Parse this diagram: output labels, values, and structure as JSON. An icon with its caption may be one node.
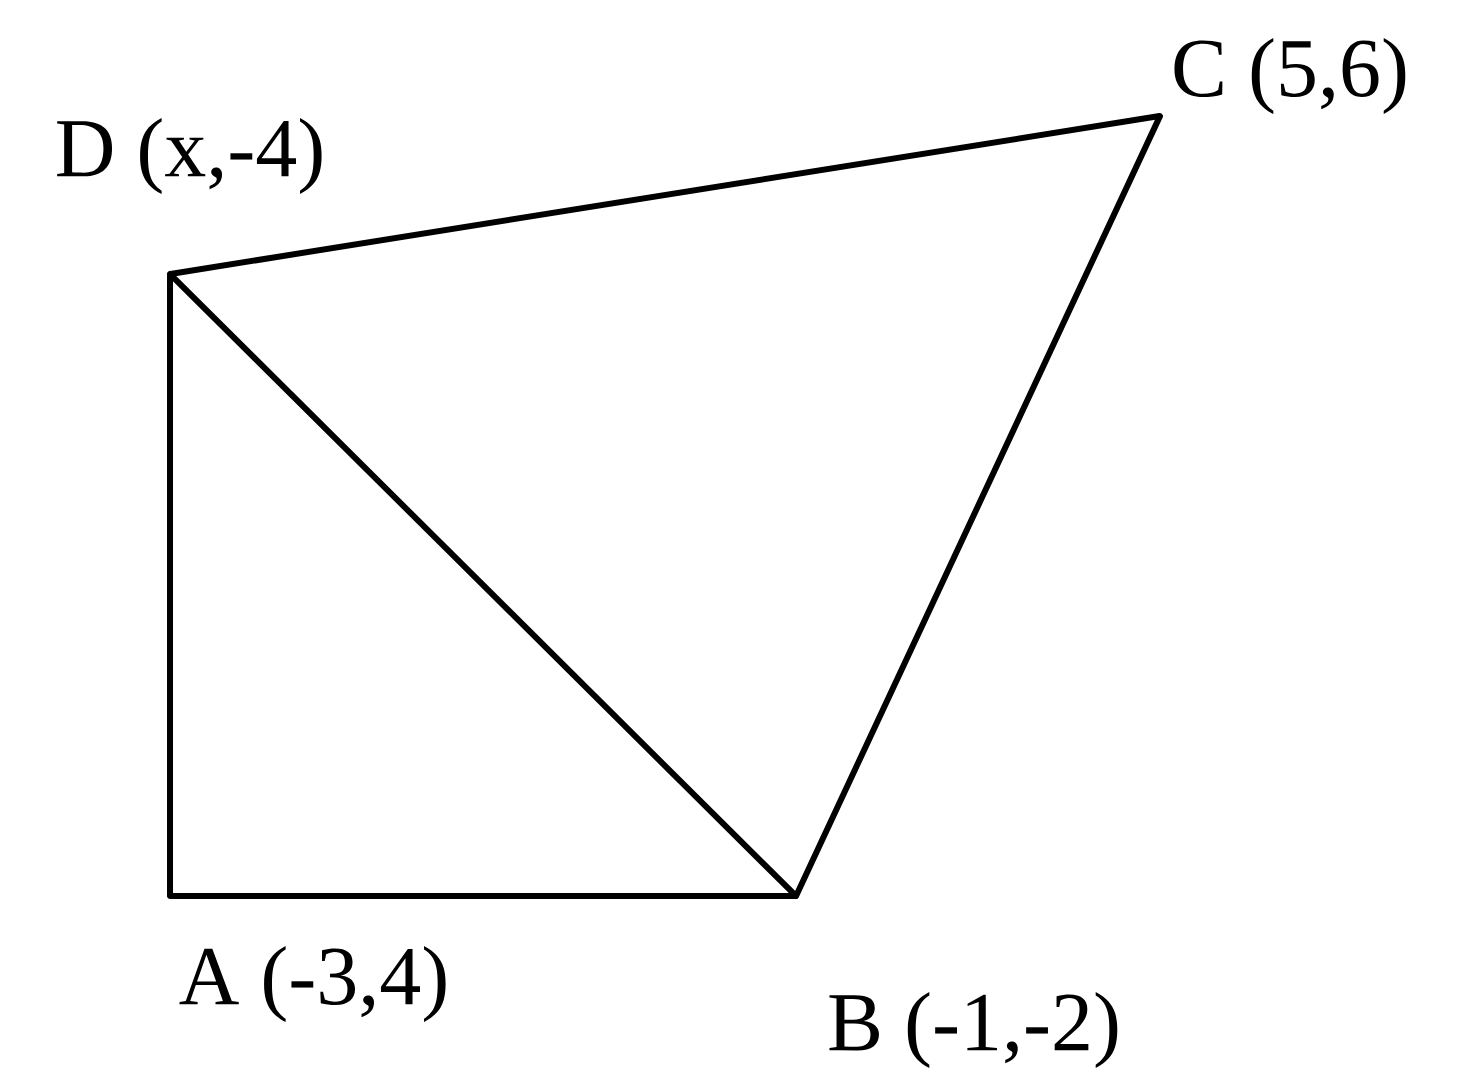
{
  "diagram": {
    "nodes": [
      {
        "text": [],
        "shape": "point",
        "beside": [
          "D (x,-4)"
        ]
      },
      {
        "text": [],
        "shape": "point",
        "beside": [
          "C (5,6)"
        ]
      },
      {
        "text": [],
        "shape": "point",
        "beside": [
          "A (-3,4)"
        ]
      },
      {
        "text": [],
        "shape": "point",
        "beside": [
          "B (-1,-2)"
        ]
      }
    ],
    "edges": [
      {
        "from": 0,
        "to": 1,
        "arrow": "none"
      },
      {
        "from": 0,
        "to": 2,
        "arrow": "none"
      },
      {
        "from": 0,
        "to": 3,
        "arrow": "none"
      },
      {
        "from": 2,
        "to": 3,
        "arrow": "none"
      },
      {
        "from": 3,
        "to": 1,
        "arrow": "none"
      }
    ]
  }
}
